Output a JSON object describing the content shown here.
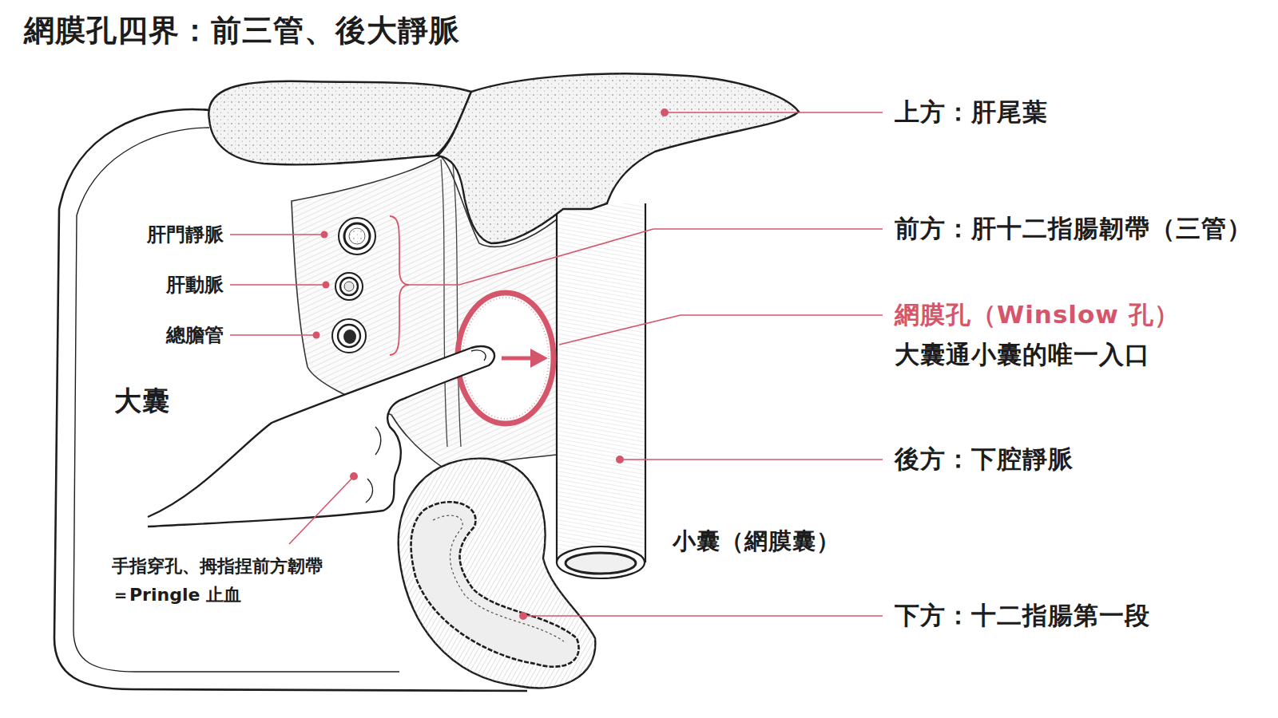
{
  "diagram": {
    "title": "網膜孔四界：前三管、後大靜脈",
    "labels": [
      "上方：肝尾葉",
      "肝門靜脈",
      "前方：肝十二指腸韌帶（三管）",
      "肝動脈",
      "網膜孔（Winslow 孔）",
      "大囊通小囊的唯一入口",
      "總膽管",
      "大囊",
      "後方：下腔靜脈",
      "小囊（網膜囊）",
      "手指穿孔、拇指捏前方韌帶 ＝Pringle 止血",
      "下方：十二指腸第一段"
    ]
  }
}
